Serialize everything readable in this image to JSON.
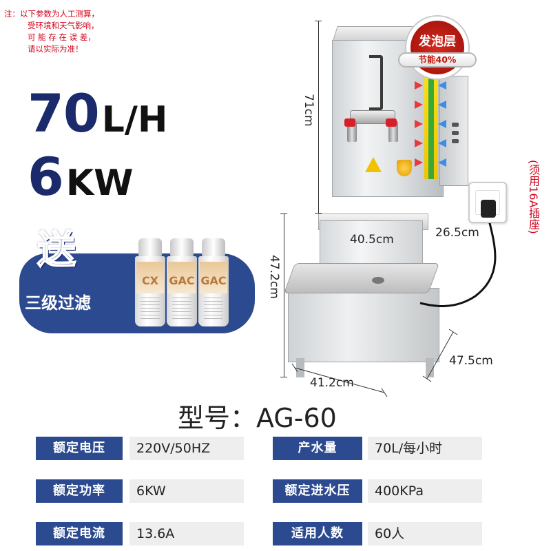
{
  "note": {
    "lines": [
      "注：以下参数为人工测算，",
      "受环境和天气影响，",
      "可 能 存 在 误 差，",
      "请以实际为准！"
    ]
  },
  "big_specs": {
    "flow_number": "70",
    "flow_unit": "L/H",
    "power_number": "6",
    "power_unit": "KW"
  },
  "gift": {
    "label": "送",
    "filter_label": "三级过滤",
    "filters": [
      "CX",
      "GAC",
      "GAC"
    ]
  },
  "badge": {
    "title": "发泡层",
    "subtitle": "节能40%"
  },
  "dimensions": {
    "top_height": "71cm",
    "base_height": "47.2cm",
    "top_width": "40.5cm",
    "top_depth": "26.5cm",
    "base_width": "41.2cm",
    "base_depth": "47.5cm",
    "socket_note": "(须用16A插座)"
  },
  "model": "型号：AG-60",
  "specs": [
    {
      "key": "额定电压",
      "value": "220V/50HZ"
    },
    {
      "key": "产水量",
      "value": "70L/每小时"
    },
    {
      "key": "额定功率",
      "value": "6KW"
    },
    {
      "key": "额定进水压",
      "value": "400KPa"
    },
    {
      "key": "额定电流",
      "value": "13.6A"
    },
    {
      "key": "适用人数",
      "value": "60人"
    }
  ],
  "colors": {
    "navy": "#2c4a8f",
    "dark_navy": "#1a2a6b",
    "note_red": "#d0021b",
    "value_bg": "#eeeeee"
  }
}
